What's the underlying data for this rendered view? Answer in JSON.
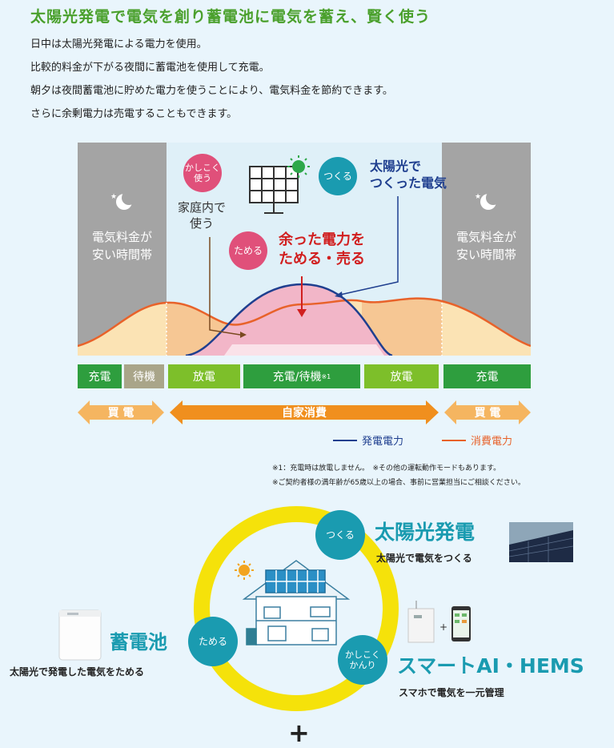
{
  "title": "太陽光発電で電気を創り蓄電池に電気を蓄え、賢く使う",
  "intro": [
    "日中は太陽光発電による電力を使用。",
    "比較的料金が下がる夜間に蓄電池を使用して充電。",
    "朝夕は夜間蓄電池に貯めた電力を使うことにより、電気料金を節約できます。",
    "さらに余剰電力は売電することもできます。"
  ],
  "chart": {
    "night_label_1": "電気料金が",
    "night_label_2": "安い時間帯",
    "kashikoku_1": "かしこく",
    "kashikoku_2": "使う",
    "home_use_1": "家庭内で",
    "home_use_2": "使う",
    "tsukuru": "つくる",
    "solar_1": "太陽光で",
    "solar_2": "つくった電気",
    "tameru": "ためる",
    "surplus_1": "余った電力を",
    "surplus_2": "ためる・売る"
  },
  "status_bar": {
    "charge": "充電",
    "standby": "待機",
    "discharge": "放電",
    "charge_standby": "充電/待機",
    "note_mark": "※1"
  },
  "arrows": {
    "buy": "買 電",
    "self": "自家消費"
  },
  "legend": {
    "generation": "発電電力",
    "consumption": "消費電力"
  },
  "notes": [
    "※1：充電時は放電しません。　※その他の運転動作モードもあります。",
    "※ご契約者様の満年齢が65歳以上の場合、事前に営業担当にご相談ください。"
  ],
  "system": {
    "tsukuru": "つくる",
    "solar_title": "太陽光発電",
    "solar_sub": "太陽光で電気をつくる",
    "tameru": "ためる",
    "battery_title": "蓄電池",
    "battery_sub": "太陽光で発電した電気をためる",
    "kashikoku_1": "かしこく",
    "kashikoku_2": "かんり",
    "hems_title": "スマートAI・HEMS",
    "hems_sub": "スマホで電気を一元管理",
    "plus": "+"
  },
  "chart_data": {
    "type": "area",
    "series": [
      {
        "name": "発電電力",
        "color": "#1f3f8f"
      },
      {
        "name": "消費電力",
        "color": "#e8622a"
      }
    ]
  },
  "colors": {
    "green": "#4aa02c",
    "bar_green": "#2e9e3e",
    "light_green": "#7dbf2a",
    "gray_bar": "#a9a589",
    "orange": "#f08f1e",
    "teal": "#1a9bb0",
    "pink": "#e0507a",
    "red": "#d11f1f",
    "navy": "#1f3f8f"
  }
}
